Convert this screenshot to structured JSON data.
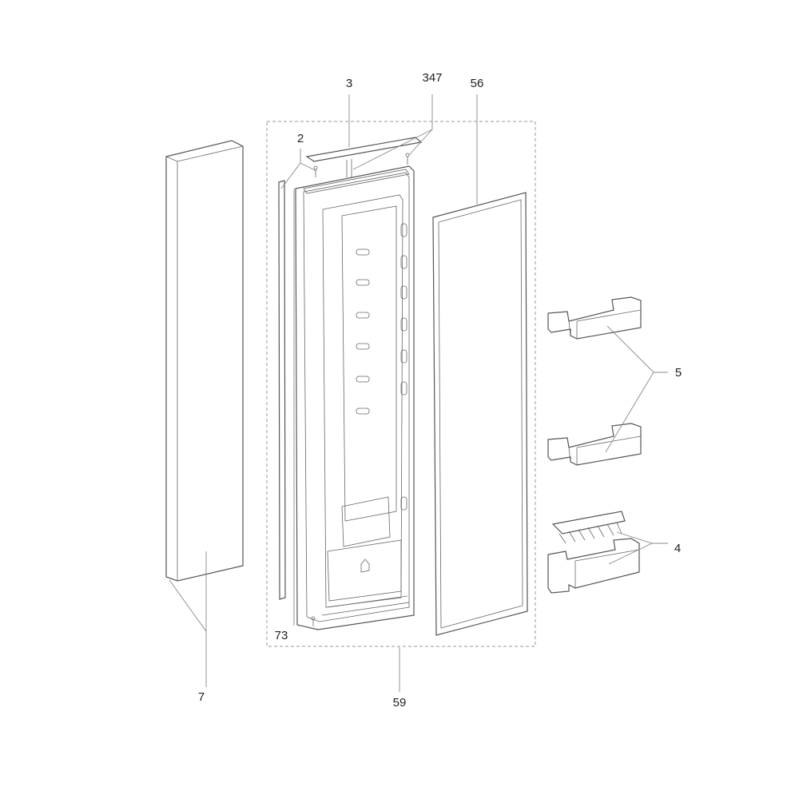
{
  "callouts": {
    "c2": "2",
    "c3": "3",
    "c347": "347",
    "c56": "56",
    "c5": "5",
    "c4": "4",
    "c7": "7",
    "c73": "73",
    "c59": "59"
  },
  "colors": {
    "line": "#555555",
    "leader": "#888888",
    "background": "#ffffff"
  }
}
